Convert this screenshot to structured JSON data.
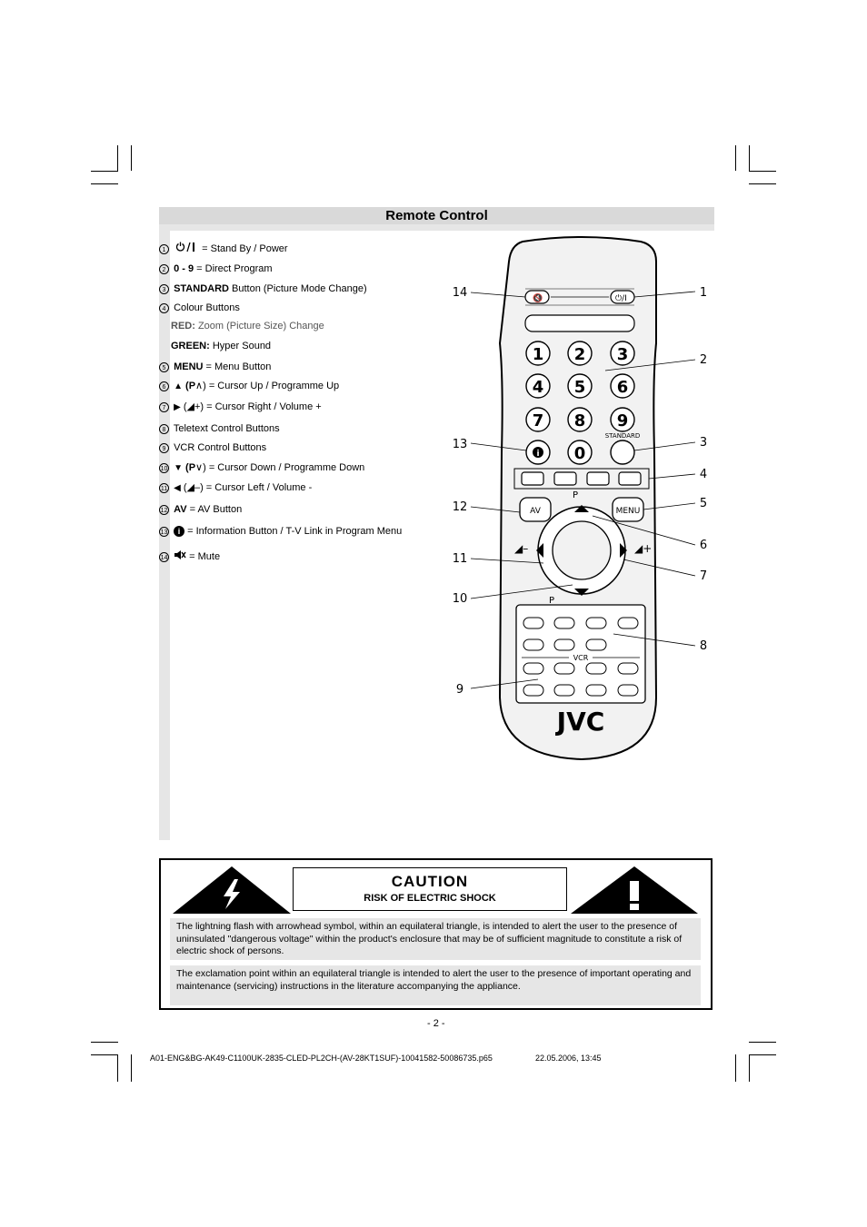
{
  "header": {
    "title": "Remote Control"
  },
  "legend": [
    {
      "num": "1",
      "text": "= Stand By / Power",
      "icon": "power-icon"
    },
    {
      "num": "2",
      "bold": "0 - 9",
      "text": "= Direct Program"
    },
    {
      "num": "3",
      "bold": "STANDARD",
      "text": "Button (Picture Mode Change)"
    },
    {
      "num": "4",
      "text": "Colour Buttons"
    },
    {
      "label": "RED:",
      "text": "Zoom (Picture Size) Change"
    },
    {
      "label": "GREEN:",
      "text": "Hyper Sound"
    },
    {
      "num": "5",
      "bold": "MENU",
      "text": "= Menu Button"
    },
    {
      "num": "6",
      "prefix": "(P",
      "text": ") = Cursor Up / Programme Up",
      "icon": "triangle-up-icon"
    },
    {
      "num": "7",
      "prefix": "(",
      "text": ") = Cursor Right / Volume +",
      "icon": "triangle-right-icon"
    },
    {
      "num": "8",
      "text": "Teletext Control Buttons"
    },
    {
      "num": "9",
      "text": "VCR Control Buttons"
    },
    {
      "num": "10",
      "prefix": "(P",
      "text": ") = Cursor Down / Programme Down",
      "icon": "triangle-down-icon"
    },
    {
      "num": "11",
      "prefix": "(",
      "text": ") = Cursor Left /  Volume -",
      "icon": "triangle-left-icon"
    },
    {
      "num": "12",
      "bold": "AV",
      "text": "= AV Button"
    },
    {
      "num": "13",
      "text": "= Information Button / T-V Link in Program Menu",
      "icon": "info-icon"
    },
    {
      "num": "14",
      "text": "= Mute",
      "icon": "mute-icon"
    }
  ],
  "remote": {
    "digits": [
      "1",
      "2",
      "3",
      "4",
      "5",
      "6",
      "7",
      "8",
      "9",
      "0"
    ],
    "standard_label": "STANDARD",
    "av_label": "AV",
    "menu_label": "MENU",
    "p_label": "P",
    "vcr_label": "VCR",
    "brand": "JVC",
    "callouts": [
      "1",
      "2",
      "3",
      "4",
      "5",
      "6",
      "7",
      "8",
      "9",
      "10",
      "11",
      "12",
      "13",
      "14"
    ]
  },
  "caution": {
    "title": "CAUTION",
    "subtitle": "RISK OF ELECTRIC SHOCK",
    "paragraph1": "The lightning flash with arrowhead symbol, within an equilateral triangle, is intended to alert the user to the presence of uninsulated \"dangerous voltage\" within the product's enclosure that may be of sufficient magnitude to constitute a risk of electric shock of persons.",
    "paragraph2": "The exclamation point within an equilateral triangle is intended to alert the user to the presence of important operating and maintenance (servicing) instructions in the literature accompanying the appliance."
  },
  "page_number": "- 2 -",
  "footer": {
    "filename": "A01-ENG&BG-AK49-C1100UK-2835-CLED-PL2CH-(AV-28KT1SUF)-10041582-50086735.p65",
    "timestamp": "22.05.2006, 13:45"
  }
}
